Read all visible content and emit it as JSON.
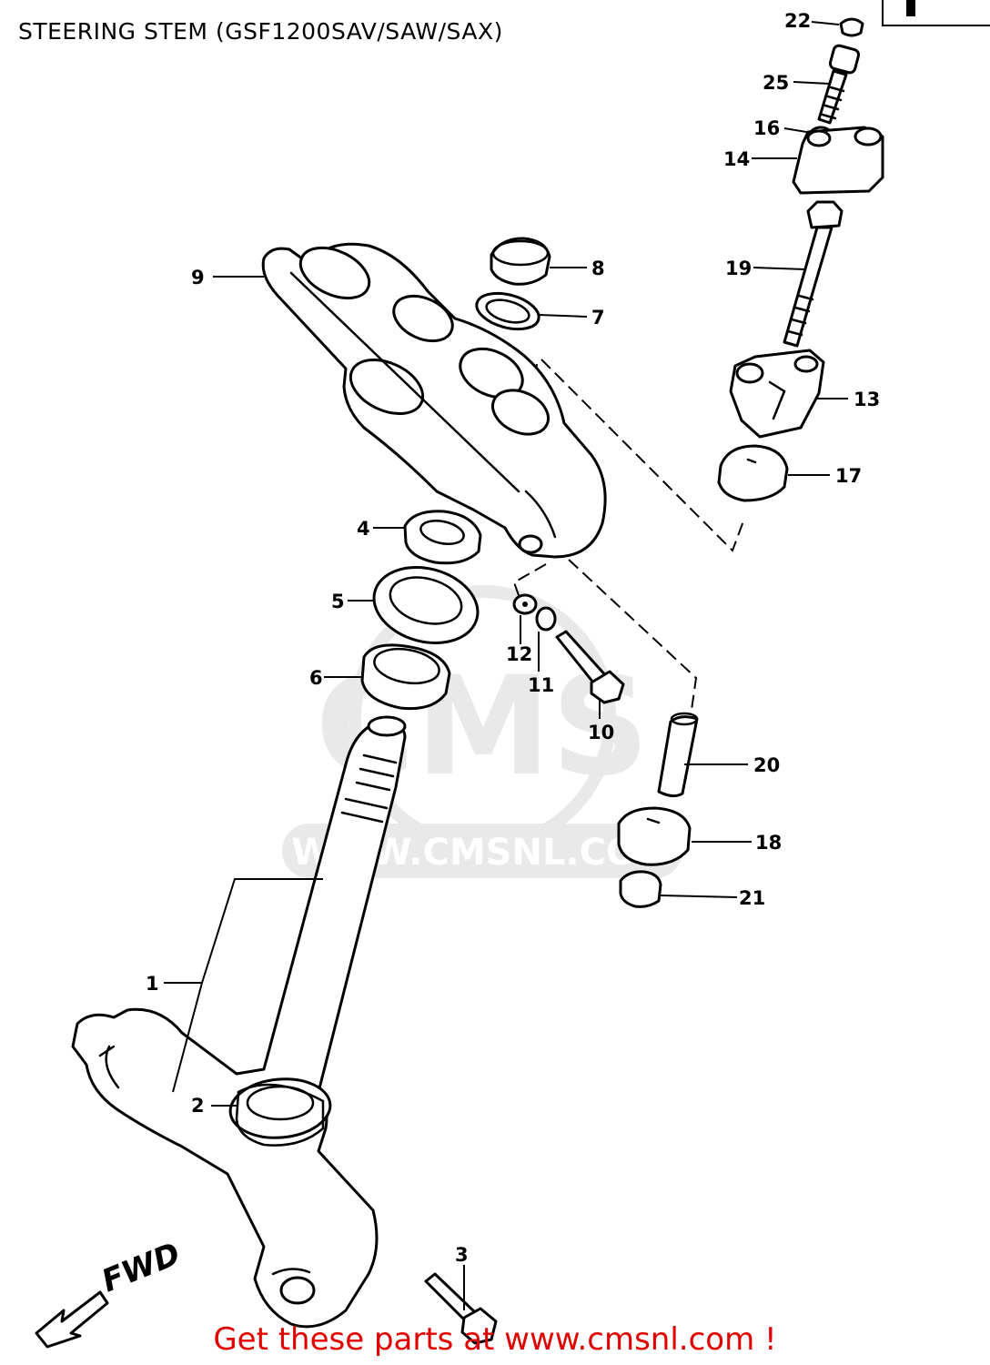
{
  "title": "STEERING STEM (GSF1200SAV/SAW/SAX)",
  "footer": "Get these parts at www.cmsnl.com !",
  "watermark": {
    "text": "CMS",
    "url": "WWW.CMSNL.COM"
  },
  "direction_label": "FWD",
  "callouts": {
    "c1": "1",
    "c2": "2",
    "c3": "3",
    "c4": "4",
    "c5": "5",
    "c6": "6",
    "c7": "7",
    "c8": "8",
    "c9": "9",
    "c10": "10",
    "c11": "11",
    "c12": "12",
    "c13": "13",
    "c14": "14",
    "c16": "16",
    "c17": "17",
    "c18": "18",
    "c19": "19",
    "c20": "20",
    "c21": "21",
    "c22": "22",
    "c25": "25"
  },
  "colors": {
    "line": "#000000",
    "footer": "#e00000",
    "watermark": "#b0b0b0"
  }
}
